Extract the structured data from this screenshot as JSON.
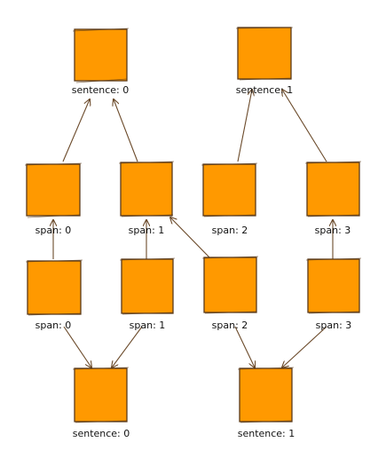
{
  "colors": {
    "node_fill": "#ff9900",
    "node_stroke": "#5a3a1a",
    "edge": "#6b4a2a"
  },
  "nodes": {
    "top_sentence_0": {
      "label": "sentence: 0"
    },
    "top_sentence_1": {
      "label": "sentence: 1"
    },
    "upper_span_0": {
      "label": "span: 0"
    },
    "upper_span_1": {
      "label": "span: 1"
    },
    "upper_span_2": {
      "label": "span: 2"
    },
    "upper_span_3": {
      "label": "span: 3"
    },
    "lower_span_0": {
      "label": "span: 0"
    },
    "lower_span_1": {
      "label": "span: 1"
    },
    "lower_span_2": {
      "label": "span: 2"
    },
    "lower_span_3": {
      "label": "span: 3"
    },
    "bottom_sentence_0": {
      "label": "sentence: 0"
    },
    "bottom_sentence_1": {
      "label": "sentence: 1"
    }
  }
}
